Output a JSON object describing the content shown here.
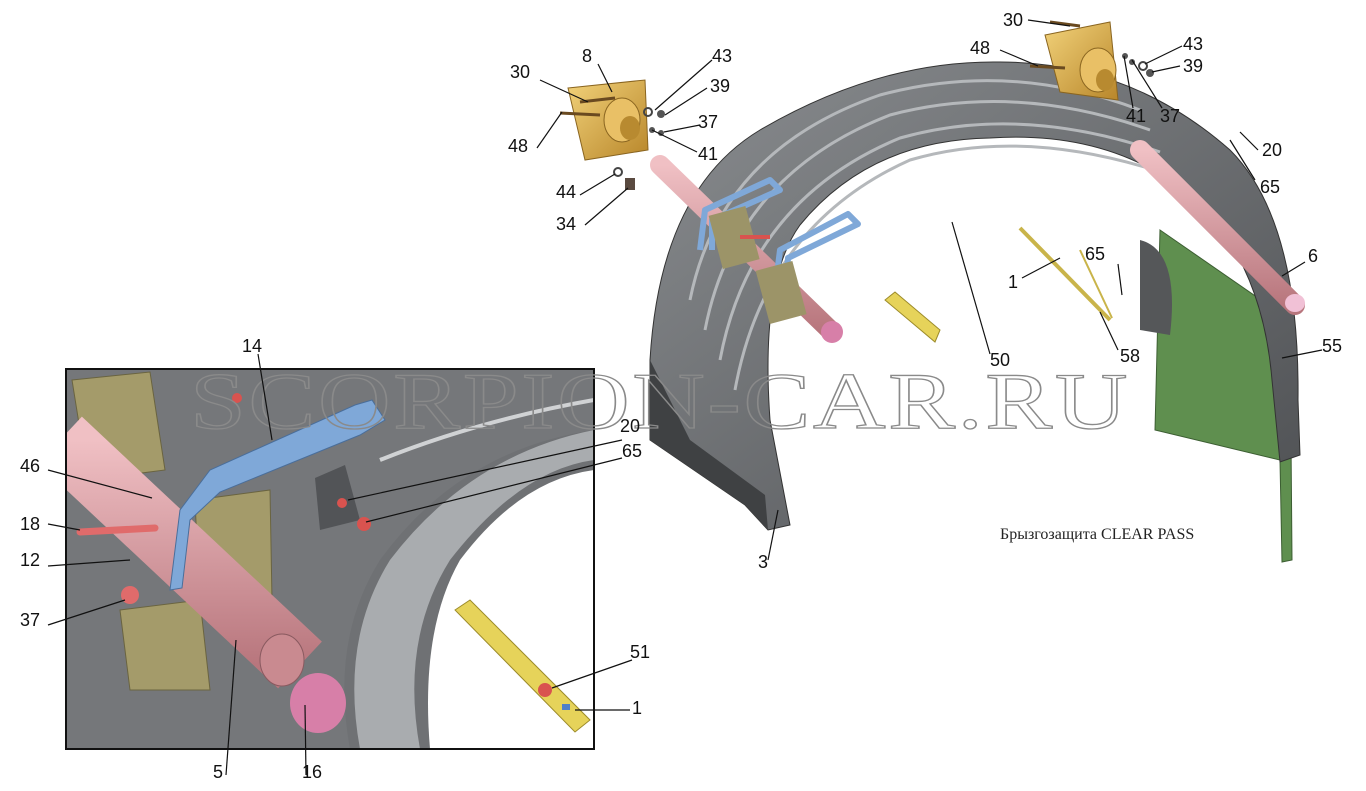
{
  "watermark": "SCORPION-CAR.RU",
  "caption": "Брызгозащита CLEAR PASS",
  "colors": {
    "fender": "#6b6d70",
    "fender_light": "#8f9295",
    "fender_dark": "#4a4c4f",
    "tube": "#d99aa0",
    "bracket_gold": "#d7a94a",
    "clamp_blue": "#7fa8d8",
    "bar_yellow": "#e6d35a",
    "mudflap_green": "#5f8f4f",
    "bolt_red": "#d9534f",
    "cap_pink": "#d77fa8"
  },
  "callouts": {
    "c8": "8",
    "c30a": "30",
    "c43a": "43",
    "c39a": "39",
    "c37a": "37",
    "c41a": "41",
    "c48a": "48",
    "c44": "44",
    "c34": "34",
    "c30b": "30",
    "c48b": "48",
    "c43b": "43",
    "c39b": "39",
    "c41b": "41",
    "c37b": "37",
    "c20a": "20",
    "c65a": "65",
    "c6": "6",
    "c65b": "65",
    "c1a": "1",
    "c50": "50",
    "c58": "58",
    "c55": "55",
    "c3": "3",
    "c14": "14",
    "c46": "46",
    "c18": "18",
    "c12": "12",
    "c37c": "37",
    "c20b": "20",
    "c65c": "65",
    "c51": "51",
    "c1b": "1",
    "c5": "5",
    "c16": "16"
  }
}
